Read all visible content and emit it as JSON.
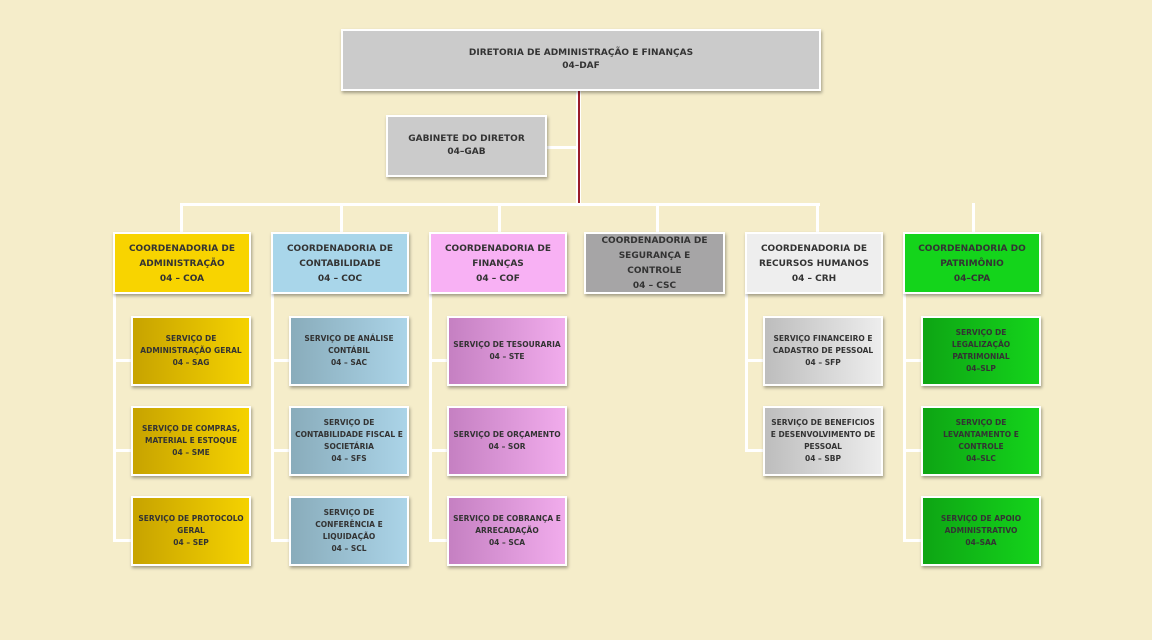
{
  "director": {
    "title": "DIRETORIA DE ADMINISTRAÇÃO E FINANÇAS",
    "code": "04–DAF"
  },
  "cabinet": {
    "title": "GABINETE DO DIRETOR",
    "code": "04–GAB"
  },
  "coordinations": [
    {
      "title": "COORDENADORIA DE ADMINISTRAÇÃO",
      "code": "04 – COA",
      "color": "#f8d400",
      "services": [
        {
          "title": "SERVIÇO DE ADMINISTRAÇÃO GERAL",
          "code": "04 – SAG"
        },
        {
          "title": "SERVIÇO DE COMPRAS, MATERIAL E ESTOQUE",
          "code": "04 – SME"
        },
        {
          "title": "SERVIÇO DE PROTOCOLO GERAL",
          "code": "04 – SEP"
        }
      ]
    },
    {
      "title": "COORDENADORIA DE CONTABILIDADE",
      "code": "04 – COC",
      "color": "#a9d6ea",
      "services": [
        {
          "title": "SERVIÇO DE ANÁLISE CONTÁBIL",
          "code": "04 – SAC"
        },
        {
          "title": "SERVIÇO DE CONTABILIDADE FISCAL E SOCIETÁRIA",
          "code": "04 – SFS"
        },
        {
          "title": "SERVIÇO DE CONFERÊNCIA E LIQUIDAÇÃO",
          "code": "04 – SCL"
        }
      ]
    },
    {
      "title": "COORDENADORIA DE FINANÇAS",
      "code": "04 – COF",
      "color": "#f8b1f4",
      "services": [
        {
          "title": "SERVIÇO DE TESOURARIA",
          "code": "04 – STE"
        },
        {
          "title": "SERVIÇO DE ORÇAMENTO",
          "code": "04 – SOR"
        },
        {
          "title": "SERVIÇO DE COBRANÇA E ARRECADAÇÃO",
          "code": "04 – SCA"
        }
      ]
    },
    {
      "title": "COORDENADORIA DE SEGURANÇA E CONTROLE",
      "code": "04 – CSC",
      "color": "#a6a5a6",
      "services": []
    },
    {
      "title": "COORDENADORIA DE RECURSOS HUMANOS",
      "code": "04 – CRH",
      "color": "#eeeeee",
      "services": [
        {
          "title": "SERVIÇO FINANCEIRO E CADASTRO DE PESSOAL",
          "code": "04 – SFP"
        },
        {
          "title": "SERVIÇO DE BENEFICIOS E DESENVOLVIMENTO DE PESSOAL",
          "code": "04 – SBP"
        }
      ]
    },
    {
      "title": "COORDENADORIA DO PATRIMÔNIO",
      "code": "04–CPA",
      "color": "#14d41b",
      "services": [
        {
          "title": "SERVIÇO DE LEGALIZAÇÃO PATRIMONIAL",
          "code": "04–SLP"
        },
        {
          "title": "SERVIÇO DE LEVANTAMENTO E CONTROLE",
          "code": "04–SLC"
        },
        {
          "title": "SERVIÇO DE APOIO ADMINISTRATIVO",
          "code": "04–SAA"
        }
      ]
    }
  ]
}
